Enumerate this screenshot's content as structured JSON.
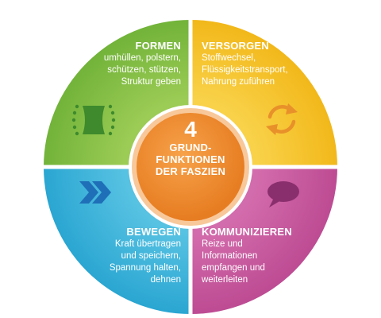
{
  "center": {
    "number": "4",
    "lines": [
      "GRUND-",
      "FUNKTIONEN",
      "DER FASZIEN"
    ]
  },
  "quadrants": {
    "formen": {
      "title": "FORMEN",
      "lines": [
        "umhüllen, polstern,",
        "schützen, stützen,",
        "Struktur geben"
      ],
      "color": "#7fbf41",
      "icon": "fascia-bone-icon"
    },
    "versorgen": {
      "title": "VERSORGEN",
      "lines": [
        "Stoffwechsel,",
        "Flüssigkeitstransport,",
        "Nahrung zuführen"
      ],
      "color": "#f4c01f",
      "icon": "circular-arrows-icon"
    },
    "bewegen": {
      "title": "BEWEGEN",
      "lines": [
        "Kraft übertragen",
        "und speichern,",
        "Spannung halten,",
        "dehnen"
      ],
      "color": "#35b1d8",
      "icon": "double-chevron-right-icon"
    },
    "kommunizieren": {
      "title": "KOMMUNIZIEREN",
      "lines": [
        "Reize und",
        "Informationen",
        "empfangen und",
        "weiterleiten"
      ],
      "color": "#c6559c",
      "icon": "speech-bubble-icon"
    }
  },
  "colors": {
    "center_fill": "#ee8a2c",
    "center_ring": "#f8c89a",
    "divider": "#ffffff"
  }
}
